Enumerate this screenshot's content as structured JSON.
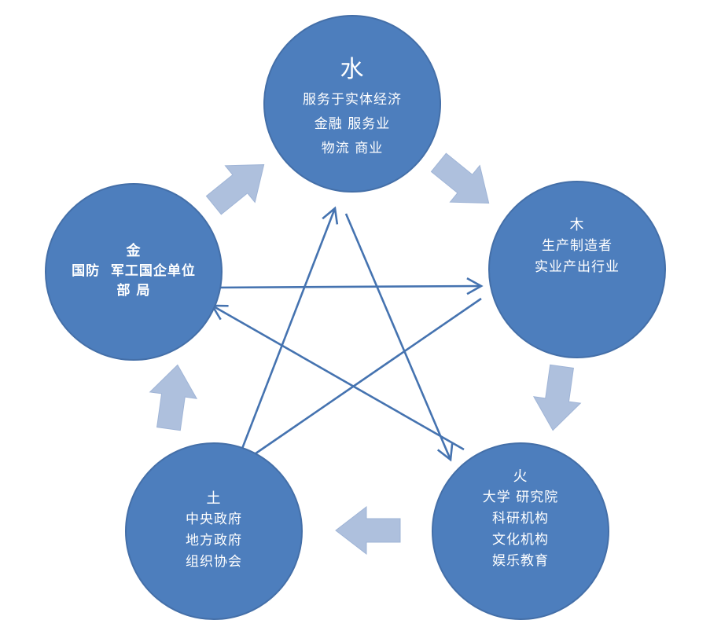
{
  "diagram": {
    "name": "five-elements-relationship-diagram",
    "colors": {
      "circle_fill": "#4d7ebd",
      "circle_border": "#446fa8",
      "block_arrow_fill": "#aec0dd",
      "line_arrow_stroke": "#4573b0",
      "text": "#ffffff",
      "background": "#ffffff"
    },
    "nodes": {
      "water": {
        "element": "水",
        "lines": [
          "服务于实体经济",
          "金融 服务业",
          "物流 商业"
        ]
      },
      "wood": {
        "element": "木",
        "lines": [
          "生产制造者",
          "实业产出行业"
        ]
      },
      "fire": {
        "element": "火",
        "lines": [
          "大学 研究院",
          "科研机构",
          "文化机构",
          "娱乐教育"
        ]
      },
      "earth": {
        "element": "土",
        "lines": [
          "中央政府",
          "地方政府",
          "组织协会"
        ]
      },
      "metal": {
        "element": "金",
        "lines": [
          "国防  军工国企单位",
          "部 局"
        ]
      }
    },
    "cycle_arrows": [
      "metal-to-water",
      "water-to-wood",
      "wood-to-fire",
      "fire-to-earth",
      "earth-to-metal"
    ],
    "star_arrows": [
      "metal-to-wood",
      "wood-to-earth",
      "earth-to-water",
      "water-to-fire",
      "fire-to-metal"
    ]
  }
}
